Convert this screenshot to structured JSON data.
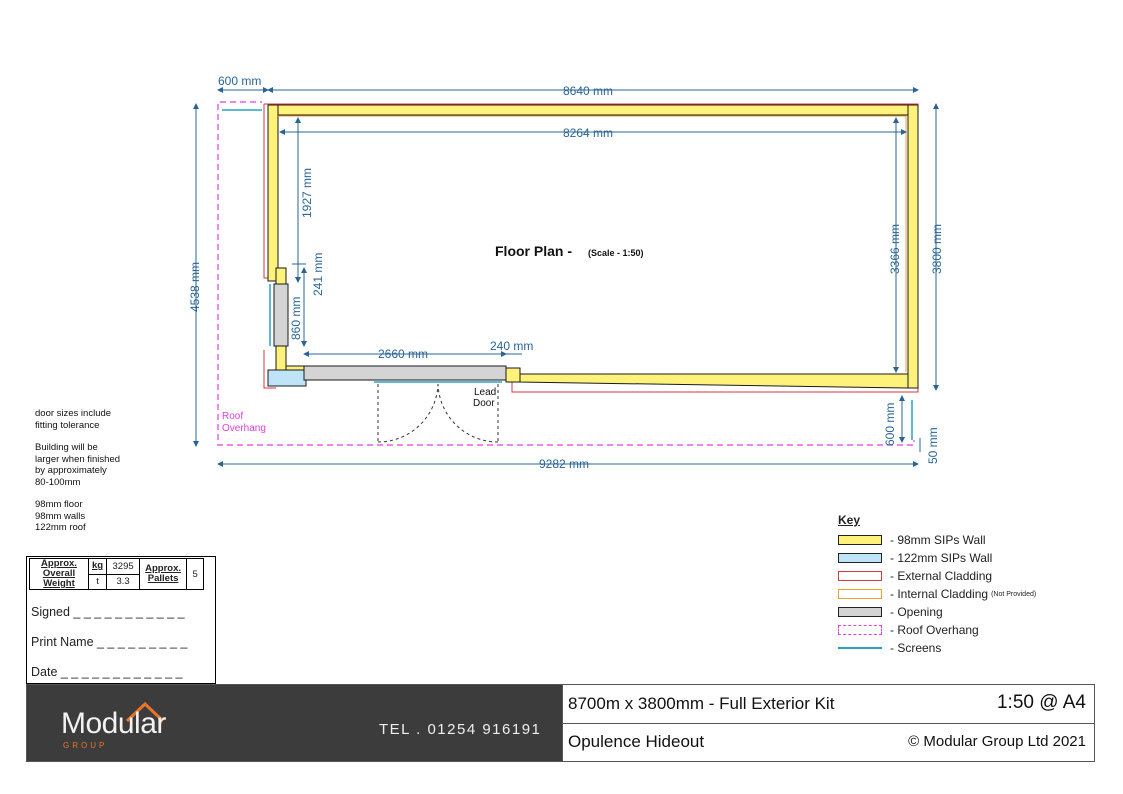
{
  "drawing": {
    "title": "Floor Plan -",
    "scale": "(Scale - 1:50)",
    "door_label_1": "Lead",
    "door_label_2": "Door",
    "roof_overhang_1": "Roof",
    "roof_overhang_2": "Overhang",
    "dims": {
      "overhang_600_top": "600 mm",
      "overall_8640": "8640 mm",
      "internal_8264": "8264 mm",
      "left_1927": "1927 mm",
      "left_241": "241 mm",
      "left_860": "860 mm",
      "opening_2660": "2660 mm",
      "return_240": "240 mm",
      "right_3366": "3366 mm",
      "right_3800": "3800 mm",
      "left_4538": "4538 mm",
      "bottom_9282": "9282 mm",
      "right_600": "600 mm",
      "right_50": "50 mm"
    }
  },
  "notes": [
    "door sizes include\nfitting tolerance",
    "Building will be\nlarger when finished\nby approximately\n80-100mm",
    "98mm floor\n98mm walls\n122mm roof"
  ],
  "weights": {
    "overall_label": "Approx. Overall Weight",
    "kg_unit": "kg",
    "kg_value": "3295",
    "t_unit": "t",
    "t_value": "3.3",
    "pallets_label": "Approx. Pallets",
    "pallets_value": "5"
  },
  "signoff": {
    "signed": "Signed",
    "print_name": "Print Name",
    "date": "Date"
  },
  "key": {
    "title": "Key",
    "items": [
      {
        "label": "- 98mm SIPs Wall",
        "note": "",
        "fill": "#fff27a",
        "stroke": "#222222",
        "style": "solid"
      },
      {
        "label": "- 122mm SIPs Wall",
        "note": "",
        "fill": "#bfe3f7",
        "stroke": "#222222",
        "style": "solid"
      },
      {
        "label": "- External Cladding",
        "note": "",
        "fill": "#ffffff",
        "stroke": "#d9363e",
        "style": "solid"
      },
      {
        "label": "- Internal Cladding",
        "note": "(Not Provided)",
        "fill": "#ffffff",
        "stroke": "#f0a030",
        "style": "solid"
      },
      {
        "label": "- Opening",
        "note": "",
        "fill": "#d4d4d4",
        "stroke": "#222222",
        "style": "solid"
      },
      {
        "label": "- Roof Overhang",
        "note": "",
        "fill": "#ffffff",
        "stroke": "#e040e0",
        "style": "dashed"
      },
      {
        "label": "- Screens",
        "note": "",
        "fill": "",
        "stroke": "#2aa0c8",
        "style": "line"
      }
    ]
  },
  "titleblock": {
    "logo_word": "Modular",
    "logo_sub": "GROUP",
    "tel": "TEL . 01254 916191",
    "product": "8700m x 3800mm - Full Exterior Kit",
    "scale": "1:50 @ A4",
    "name": "Opulence Hideout",
    "copyright": "© Modular Group Ltd 2021"
  },
  "colors": {
    "sips": "#fff27a",
    "sips_outline": "#1a1a1a",
    "external_cladding": "#d9363e",
    "internal_cladding": "#f0a030",
    "opening": "#d4d4d4",
    "roof_overhang": "#e040e0",
    "screens": "#2aa0c8",
    "dimension": "#2a6496",
    "logo_bg": "#3c3c3c",
    "logo_accent": "#e8742a"
  }
}
